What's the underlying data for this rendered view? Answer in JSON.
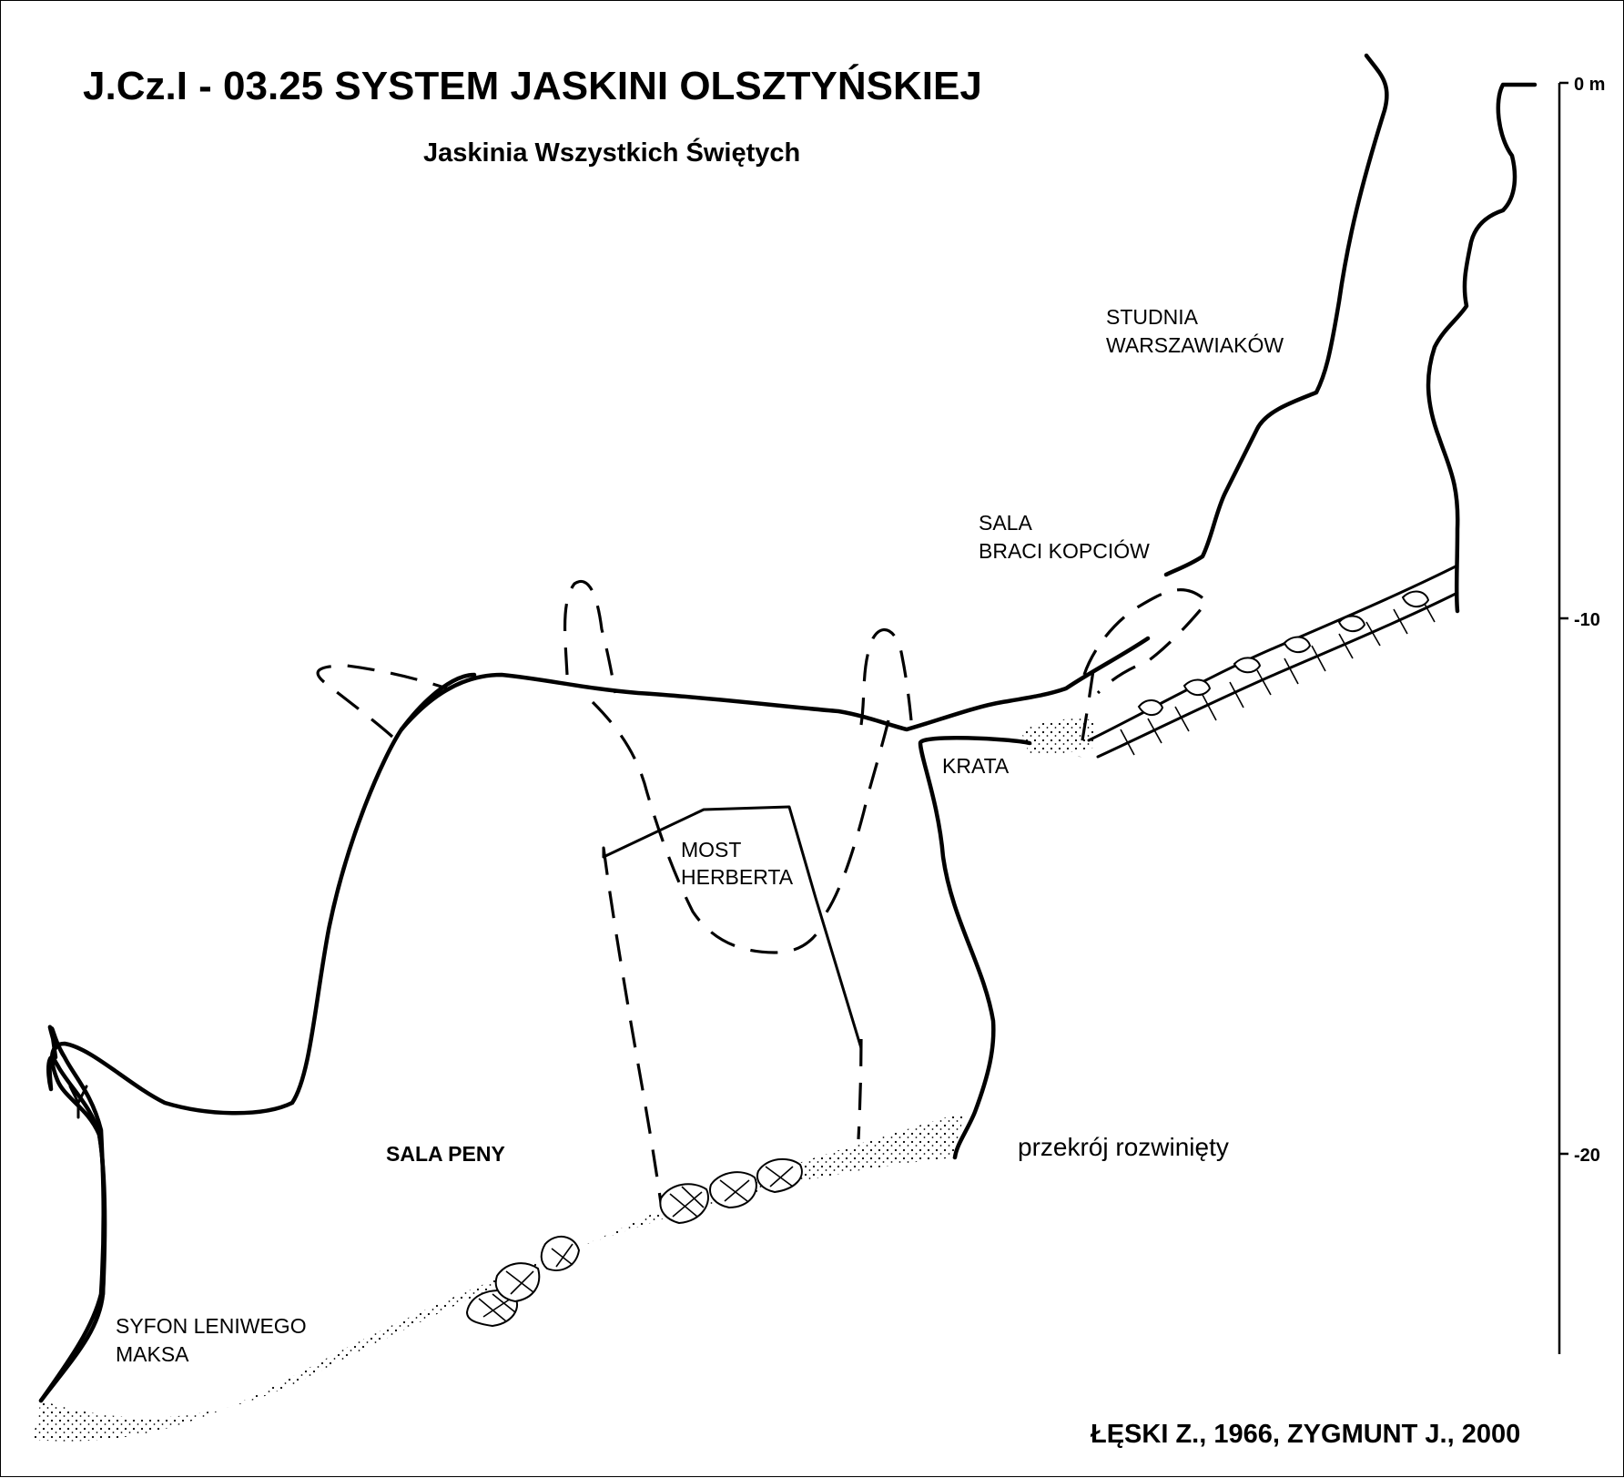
{
  "title": "J.Cz.I - 03.25  SYSTEM JASKINI OLSZTYŃSKIEJ",
  "subtitle": "Jaskinia Wszystkich Świętych",
  "labels": {
    "studnia_1": "STUDNIA",
    "studnia_2": "WARSZAWIAKÓW",
    "sala_braci_1": "SALA",
    "sala_braci_2": "BRACI KOPCIÓW",
    "krata": "KRATA",
    "most_1": "MOST",
    "most_2": "HERBERTA",
    "sala_peny": "SALA PENY",
    "syfon_1": "SYFON LENIWEGO",
    "syfon_2": "MAKSA",
    "section_type": "przekrój rozwinięty"
  },
  "depth_scale": {
    "ticks": [
      "0 m",
      "-10",
      "-20"
    ]
  },
  "credits": "ŁĘSKI Z., 1966,    ZYGMUNT J., 2000"
}
